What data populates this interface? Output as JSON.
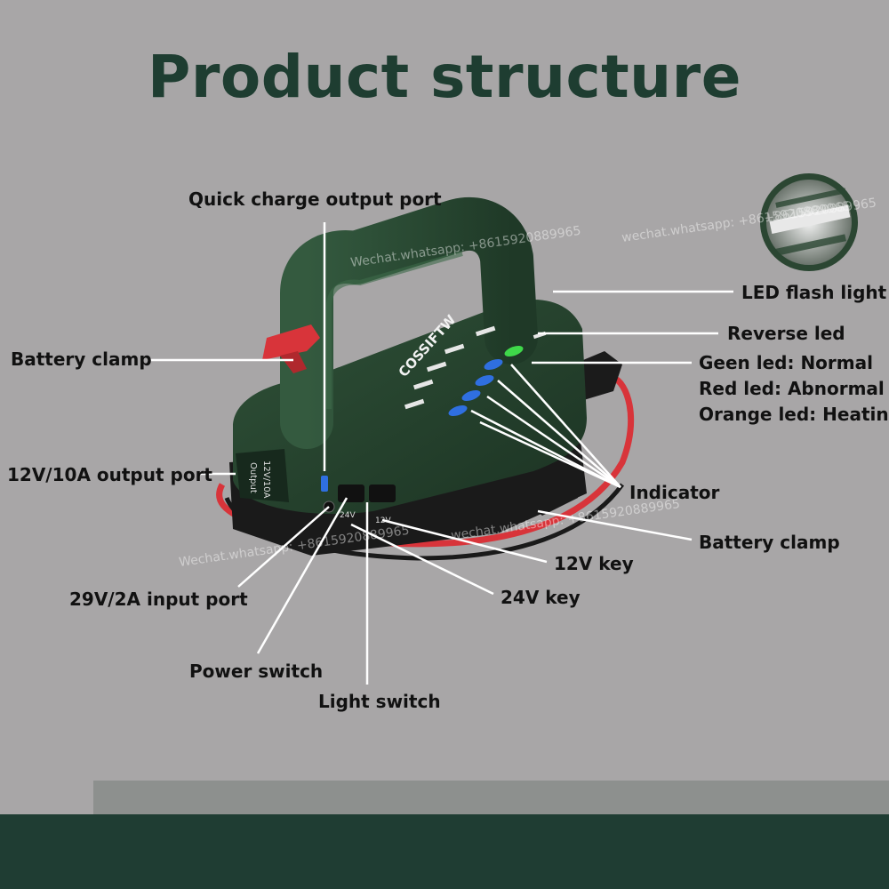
{
  "title": "Product structure",
  "product": {
    "brand": "COSSIFTW",
    "output_label": "Output",
    "output_rating": "12V/10A",
    "key_24v": "24V",
    "key_12v": "12V"
  },
  "watermarks": [
    "Wechat.whatsapp: +8615920889965",
    "wechat.whatsapp: +8615920889965",
    "Wechat.whatsapp: +8615920889965",
    "wechat.whatsapp: +8615920889965",
    "+8615920889965"
  ],
  "callouts": {
    "quick_charge": "Quick charge output port",
    "led_flash": "LED flash light",
    "reverse_led": "Reverse led",
    "green_led": "Geen led: Normal",
    "red_led": "Red led: Abnormal",
    "orange_led": "Orange led: Heating",
    "indicator": "Indicator",
    "battery_clamp_left": "Battery clamp",
    "battery_clamp_right": "Battery clamp",
    "output_port": "12V/10A output port",
    "input_port": "29V/2A input port",
    "power_switch": "Power switch",
    "light_switch": "Light switch",
    "key_12v": "12V key",
    "key_24v": "24V key"
  },
  "colors": {
    "background": "#a8a6a7",
    "title": "#1e3d31",
    "body_green": "#2c4a33",
    "clamp_red": "#d8343a",
    "indicator_blue": "#2f6fe0",
    "indicator_green": "#3fd84a",
    "footer_green": "#1f3d33"
  }
}
